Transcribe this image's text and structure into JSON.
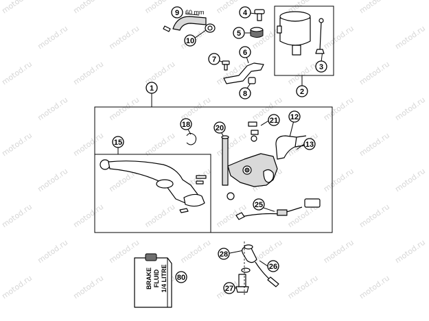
{
  "watermark": "motod.ru",
  "hose_length_label": "60 mm",
  "bottle_label_lines": [
    "BRAKE",
    "FLUID",
    "1/4 LITRE"
  ],
  "callouts": [
    "1",
    "2",
    "3",
    "4",
    "5",
    "6",
    "7",
    "8",
    "9",
    "10",
    "12",
    "13",
    "15",
    "18",
    "20",
    "21",
    "25",
    "26",
    "27",
    "28",
    "80"
  ]
}
